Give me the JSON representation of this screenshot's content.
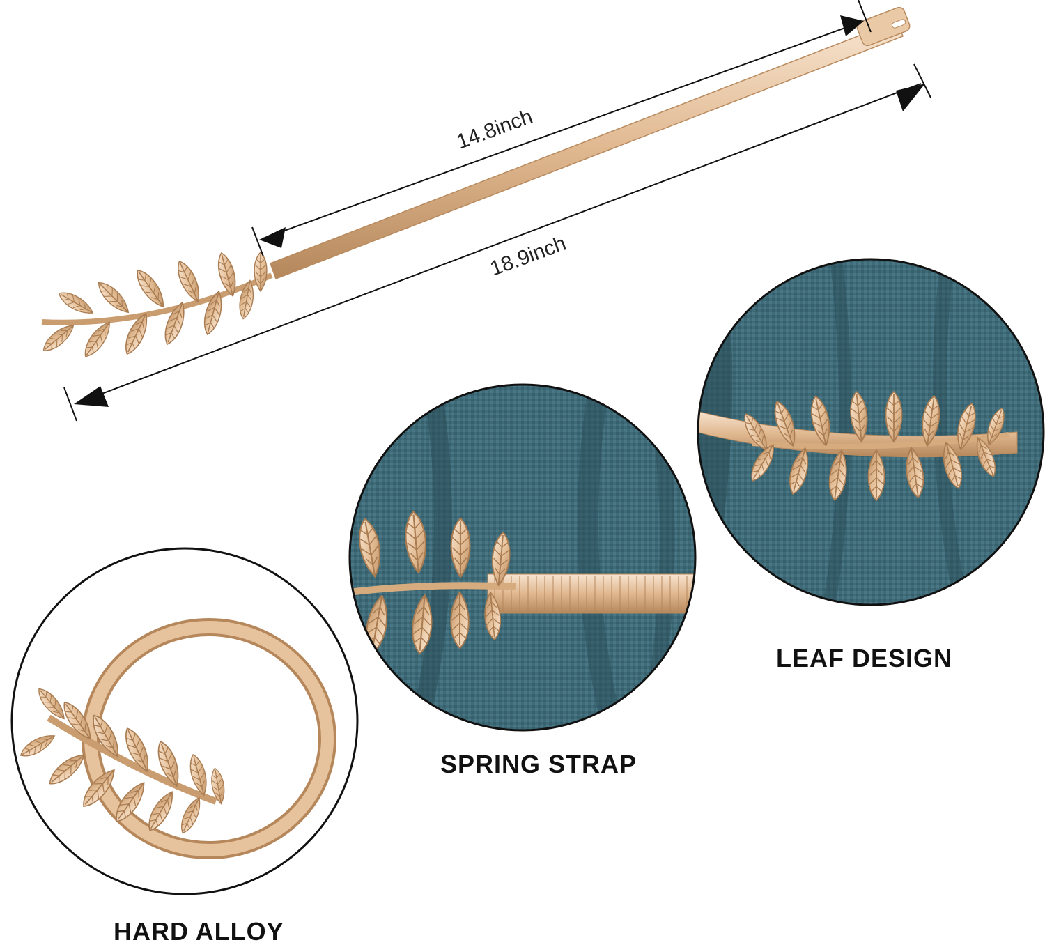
{
  "measurements": {
    "strap_length": "14.8inch",
    "total_length": "18.9inch"
  },
  "captions": {
    "hard_alloy": "HARD ALLOY",
    "spring_strap": "SPRING STRAP",
    "leaf_design": "LEAF DESIGN"
  },
  "colors": {
    "gold": "#e0b890",
    "gold_dark": "#b88a5e",
    "gold_light": "#f6e2cc",
    "fabric": "#3f6b78",
    "fabric_dark": "#2a4c57",
    "outline": "#111111"
  }
}
